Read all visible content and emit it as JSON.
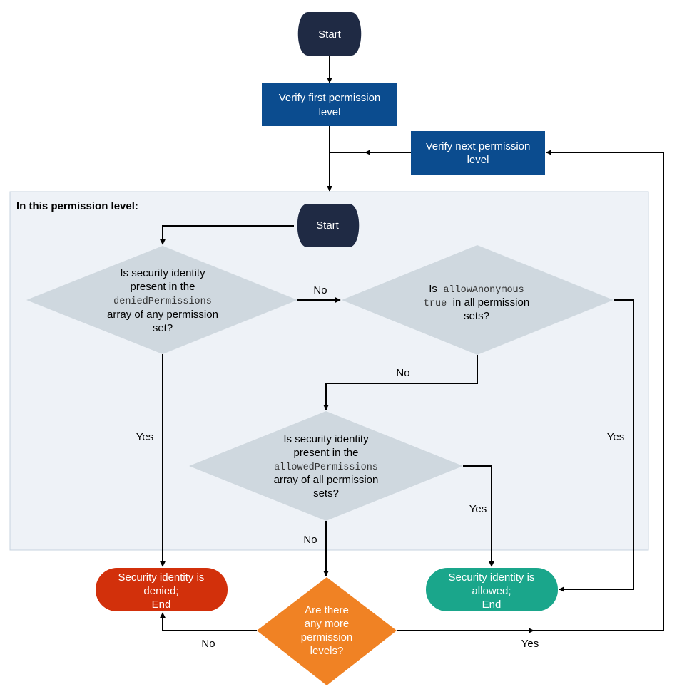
{
  "diagram": {
    "outer_start": "Start",
    "verify_first": [
      "Verify first permission",
      "level"
    ],
    "verify_next": [
      "Verify next permission",
      "level"
    ],
    "panel_title": "In this permission level:",
    "inner_start": "Start",
    "denied_check": {
      "line1": "Is security identity",
      "line2": "present in the",
      "code": "deniedPermissions",
      "line4": "array of any permission",
      "line5": "set?"
    },
    "anonymous_check": {
      "prefix": "Is",
      "code1": "allowAnonymous",
      "code2": "true",
      "line2_rest": "in all permission",
      "line3": "sets?"
    },
    "allowed_check": {
      "line1": "Is security identity",
      "line2": "present in the",
      "code": "allowedPermissions",
      "line4": "array of all permission",
      "line5": "sets?"
    },
    "more_levels": [
      "Are there",
      "any more",
      "permission",
      "levels?"
    ],
    "denied_end": [
      "Security identity  is",
      "denied;",
      "End"
    ],
    "allowed_end": [
      "Security identity  is",
      "allowed;",
      "End"
    ],
    "labels": {
      "no_to_anonymous": "No",
      "yes_denied": "Yes",
      "no_to_allowed_check": "No",
      "yes_anonymous": "Yes",
      "yes_allowed": "Yes",
      "no_to_more_levels": "No",
      "no_more_levels": "No",
      "yes_more_levels": "Yes"
    }
  },
  "colors": {
    "start_fill": "#1f2a44",
    "process_fill": "#0b4c8f",
    "panel_fill": "#eef2f7",
    "decision_fill": "#cfd8df",
    "denied_fill": "#d2300b",
    "allowed_fill": "#1aa68b",
    "more_fill": "#f08224"
  }
}
